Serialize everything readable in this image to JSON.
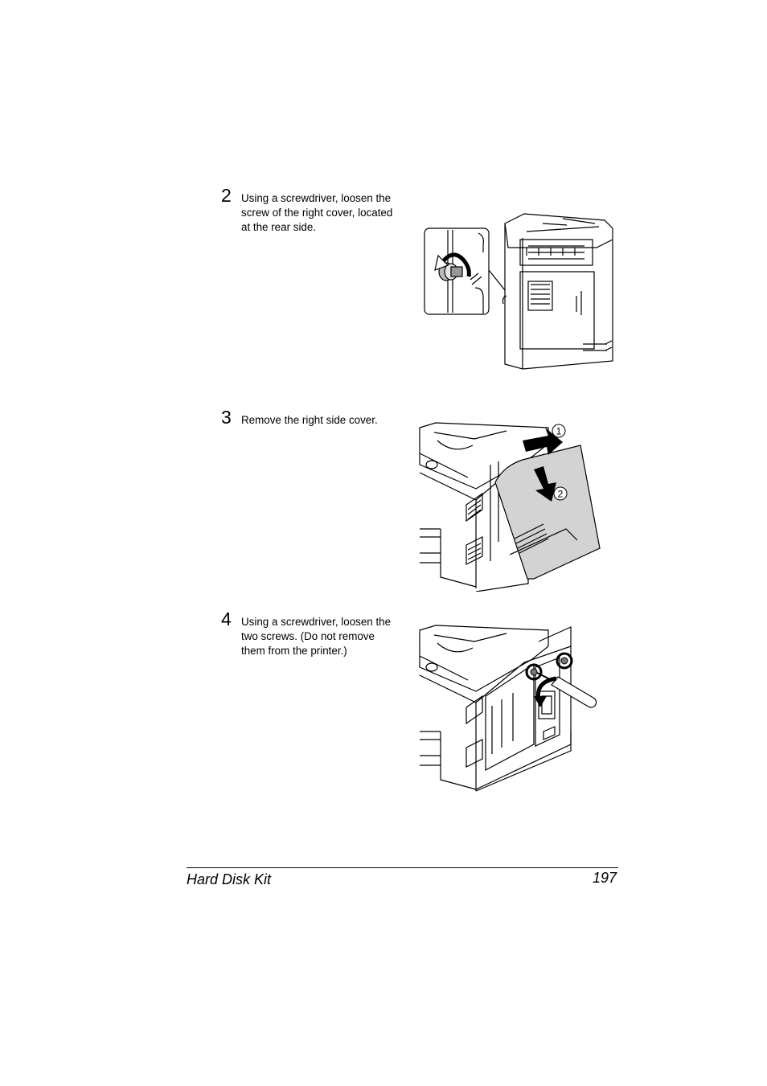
{
  "steps": [
    {
      "number": "2",
      "lines": [
        "Using a screwdriver, loosen the",
        "screw of the right cover, located",
        "at the rear side."
      ]
    },
    {
      "number": "3",
      "lines": [
        "Remove the right side cover."
      ]
    },
    {
      "number": "4",
      "lines": [
        "Using a screwdriver, loosen the",
        "two screws. (Do not remove",
        "them from the printer.)"
      ]
    }
  ],
  "figure_callouts": {
    "step3_arrow1": "1",
    "step3_arrow2": "2"
  },
  "footer": {
    "title": "Hard Disk Kit",
    "page_number": "197"
  }
}
